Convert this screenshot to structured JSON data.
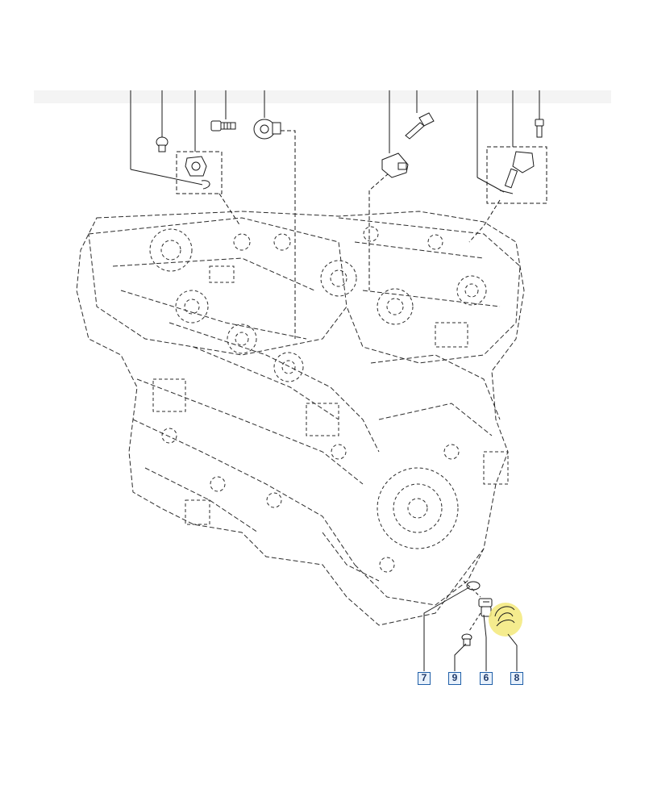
{
  "callouts": [
    {
      "id": "7",
      "label": "7"
    },
    {
      "id": "9",
      "label": "9"
    },
    {
      "id": "6",
      "label": "6"
    },
    {
      "id": "8",
      "label": "8"
    }
  ],
  "colors": {
    "line": "#1a1a1a",
    "engine_line": "#2b2b2b",
    "callout_border": "#1f5fa8",
    "callout_fill": "#e8f1fb",
    "highlight": "#f3e97a",
    "header_band": "#f4f4f4"
  }
}
